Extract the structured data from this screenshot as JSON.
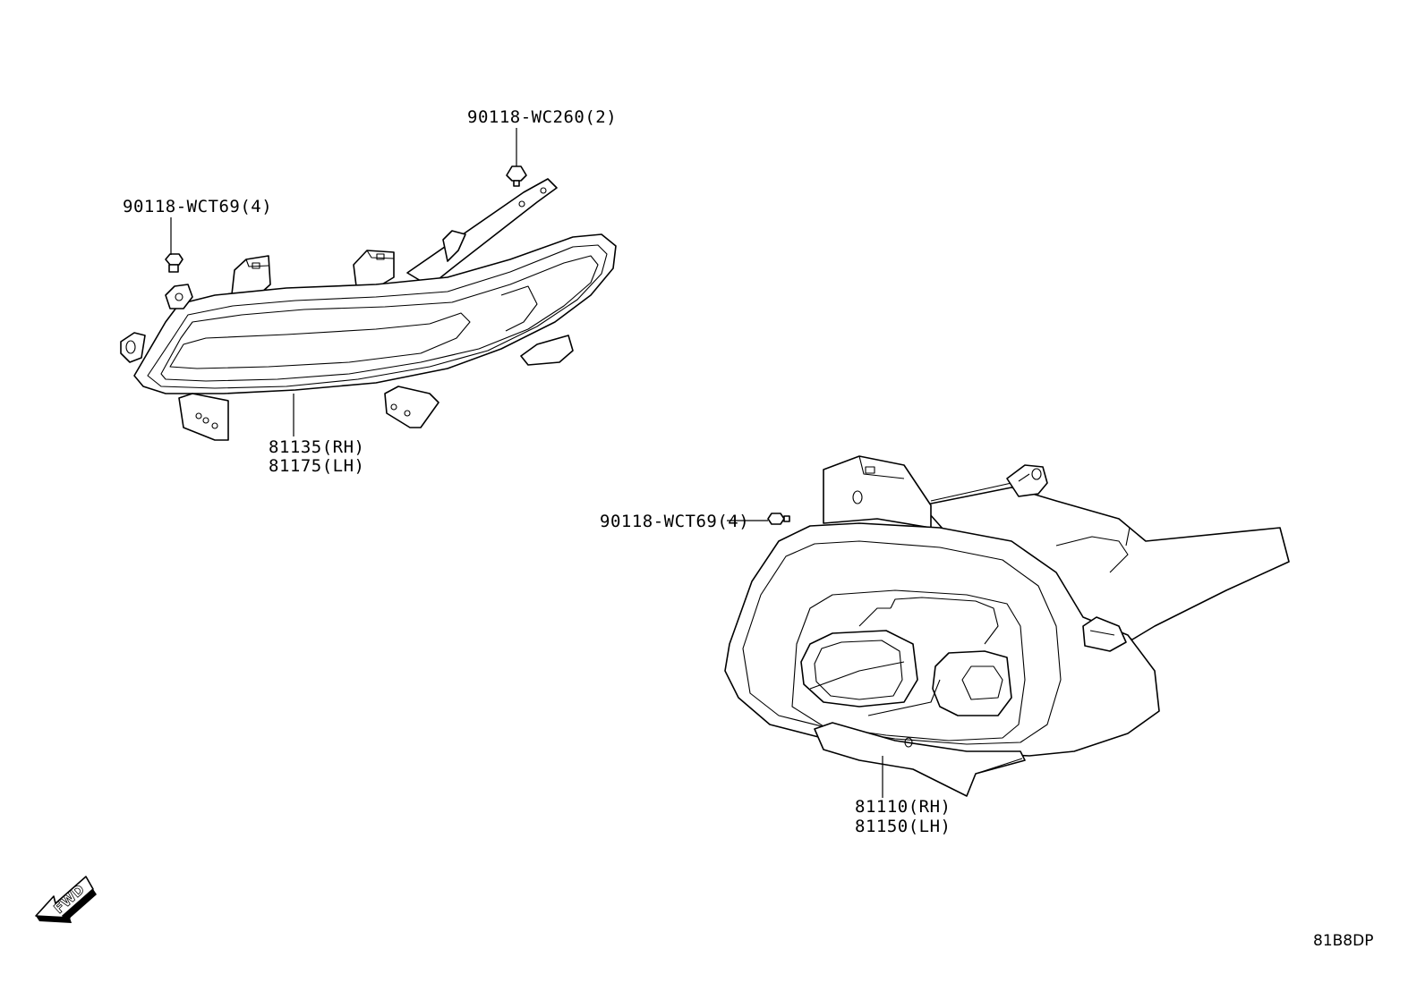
{
  "labels": {
    "fastener_top": "90118-WC260(2)",
    "fastener_left": "90118-WCT69(4)",
    "fastener_mid": "90118-WCT69(4)",
    "part_upper_rh": "81135(RH)",
    "part_upper_lh": "81175(LH)",
    "part_lower_rh": "81110(RH)",
    "part_lower_lh": "81150(LH)",
    "direction": "FWD",
    "diagram_code": "81B8DP"
  },
  "icons": {
    "direction_arrow": "fwd-arrow-icon"
  },
  "colors": {
    "line": "#000000",
    "background": "#ffffff"
  }
}
